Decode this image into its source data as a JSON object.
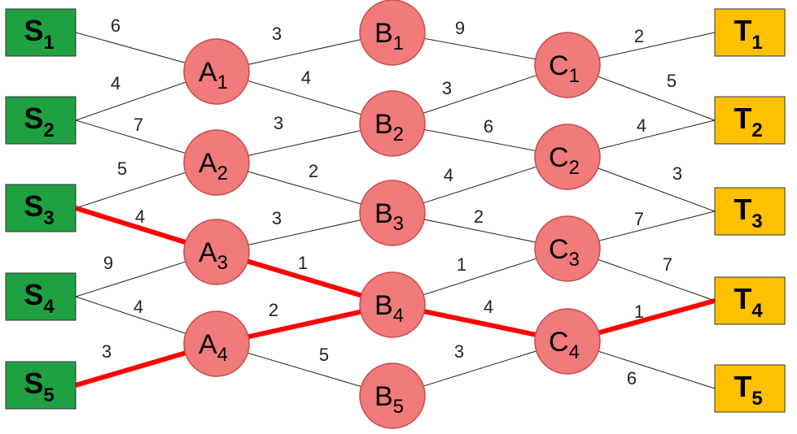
{
  "colors": {
    "source_fill": "#1fa142",
    "sink_fill": "#ffc000",
    "circle_fill": "#f17a7a",
    "circle_stroke": "#c94b4b",
    "edge": "#222222",
    "highlight": "#ff0000"
  },
  "nodes": [
    {
      "id": "S1",
      "group": "source",
      "letter": "S",
      "sub": "1"
    },
    {
      "id": "S2",
      "group": "source",
      "letter": "S",
      "sub": "2"
    },
    {
      "id": "S3",
      "group": "source",
      "letter": "S",
      "sub": "3"
    },
    {
      "id": "S4",
      "group": "source",
      "letter": "S",
      "sub": "4"
    },
    {
      "id": "S5",
      "group": "source",
      "letter": "S",
      "sub": "5"
    },
    {
      "id": "A1",
      "group": "middle",
      "letter": "A",
      "sub": "1"
    },
    {
      "id": "A2",
      "group": "middle",
      "letter": "A",
      "sub": "2"
    },
    {
      "id": "A3",
      "group": "middle",
      "letter": "A",
      "sub": "3"
    },
    {
      "id": "A4",
      "group": "middle",
      "letter": "A",
      "sub": "4"
    },
    {
      "id": "B1",
      "group": "middle",
      "letter": "B",
      "sub": "1"
    },
    {
      "id": "B2",
      "group": "middle",
      "letter": "B",
      "sub": "2"
    },
    {
      "id": "B3",
      "group": "middle",
      "letter": "B",
      "sub": "3"
    },
    {
      "id": "B4",
      "group": "middle",
      "letter": "B",
      "sub": "4"
    },
    {
      "id": "B5",
      "group": "middle",
      "letter": "B",
      "sub": "5"
    },
    {
      "id": "C1",
      "group": "middle",
      "letter": "C",
      "sub": "1"
    },
    {
      "id": "C2",
      "group": "middle",
      "letter": "C",
      "sub": "2"
    },
    {
      "id": "C3",
      "group": "middle",
      "letter": "C",
      "sub": "3"
    },
    {
      "id": "C4",
      "group": "middle",
      "letter": "C",
      "sub": "4"
    },
    {
      "id": "T1",
      "group": "sink",
      "letter": "T",
      "sub": "1"
    },
    {
      "id": "T2",
      "group": "sink",
      "letter": "T",
      "sub": "2"
    },
    {
      "id": "T3",
      "group": "sink",
      "letter": "T",
      "sub": "3"
    },
    {
      "id": "T4",
      "group": "sink",
      "letter": "T",
      "sub": "4"
    },
    {
      "id": "T5",
      "group": "sink",
      "letter": "T",
      "sub": "5"
    }
  ],
  "edges": [
    {
      "from": "S1",
      "to": "A1",
      "weight": "6",
      "highlight": false
    },
    {
      "from": "S2",
      "to": "A1",
      "weight": "4",
      "highlight": false
    },
    {
      "from": "S2",
      "to": "A2",
      "weight": "7",
      "highlight": false
    },
    {
      "from": "S3",
      "to": "A2",
      "weight": "5",
      "highlight": false
    },
    {
      "from": "S3",
      "to": "A3",
      "weight": "4",
      "highlight": true
    },
    {
      "from": "S4",
      "to": "A3",
      "weight": "9",
      "highlight": false
    },
    {
      "from": "S4",
      "to": "A4",
      "weight": "4",
      "highlight": false
    },
    {
      "from": "S5",
      "to": "A4",
      "weight": "3",
      "highlight": true
    },
    {
      "from": "A1",
      "to": "B1",
      "weight": "3",
      "highlight": false
    },
    {
      "from": "A1",
      "to": "B2",
      "weight": "4",
      "highlight": false
    },
    {
      "from": "A2",
      "to": "B2",
      "weight": "3",
      "highlight": false
    },
    {
      "from": "A2",
      "to": "B3",
      "weight": "2",
      "highlight": false
    },
    {
      "from": "A3",
      "to": "B3",
      "weight": "3",
      "highlight": false
    },
    {
      "from": "A3",
      "to": "B4",
      "weight": "1",
      "highlight": true
    },
    {
      "from": "A4",
      "to": "B4",
      "weight": "2",
      "highlight": true
    },
    {
      "from": "A4",
      "to": "B5",
      "weight": "5",
      "highlight": false
    },
    {
      "from": "B1",
      "to": "C1",
      "weight": "9",
      "highlight": false
    },
    {
      "from": "B2",
      "to": "C1",
      "weight": "3",
      "highlight": false
    },
    {
      "from": "B2",
      "to": "C2",
      "weight": "6",
      "highlight": false
    },
    {
      "from": "B3",
      "to": "C2",
      "weight": "4",
      "highlight": false
    },
    {
      "from": "B3",
      "to": "C3",
      "weight": "2",
      "highlight": false
    },
    {
      "from": "B4",
      "to": "C3",
      "weight": "1",
      "highlight": false
    },
    {
      "from": "B4",
      "to": "C4",
      "weight": "4",
      "highlight": true
    },
    {
      "from": "B5",
      "to": "C4",
      "weight": "3",
      "highlight": false
    },
    {
      "from": "C1",
      "to": "T1",
      "weight": "2",
      "highlight": false
    },
    {
      "from": "C1",
      "to": "T2",
      "weight": "5",
      "highlight": false
    },
    {
      "from": "C2",
      "to": "T2",
      "weight": "4",
      "highlight": false
    },
    {
      "from": "C2",
      "to": "T3",
      "weight": "3",
      "highlight": false
    },
    {
      "from": "C3",
      "to": "T3",
      "weight": "7",
      "highlight": false
    },
    {
      "from": "C3",
      "to": "T4",
      "weight": "7",
      "highlight": false
    },
    {
      "from": "C4",
      "to": "T4",
      "weight": "1",
      "highlight": true
    },
    {
      "from": "C4",
      "to": "T5",
      "weight": "6",
      "highlight": false
    }
  ]
}
